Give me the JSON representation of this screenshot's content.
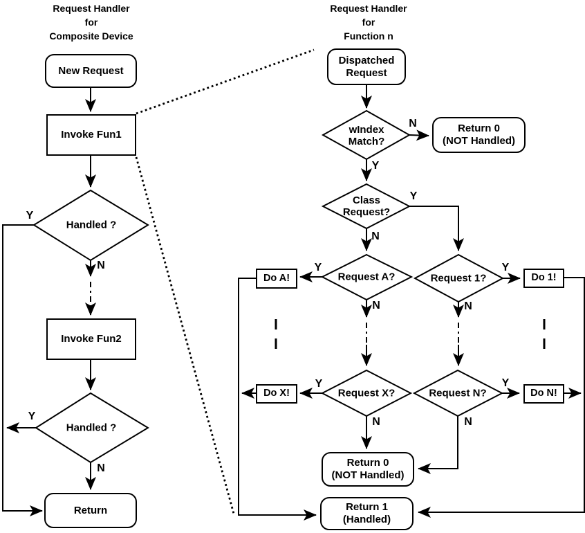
{
  "colors": {
    "ink": "#000000",
    "paper": "#ffffff"
  },
  "labels": {
    "yes": "Y",
    "no": "N"
  },
  "left": {
    "title": "Request Handler\nfor\nComposite Device",
    "new_request": "New Request",
    "invoke_fun1": "Invoke Fun1",
    "handled_1": "Handled ?",
    "invoke_fun2": "Invoke Fun2",
    "handled_2": "Handled ?",
    "return_label": "Return"
  },
  "right": {
    "title": "Request Handler\nfor\nFunction n",
    "dispatched": "Dispatched\nRequest",
    "windex": "wIndex\nMatch?",
    "return0_top": "Return 0\n(NOT Handled)",
    "class_request": "Class\nRequest?",
    "request_a": "Request A?",
    "request_1": "Request 1?",
    "do_a": "Do A!",
    "do_1": "Do 1!",
    "request_x": "Request X?",
    "request_n": "Request N?",
    "do_x": "Do X!",
    "do_n": "Do N!",
    "return0_bottom": "Return 0\n(NOT Handled)",
    "return1": "Return 1\n(Handled)"
  }
}
